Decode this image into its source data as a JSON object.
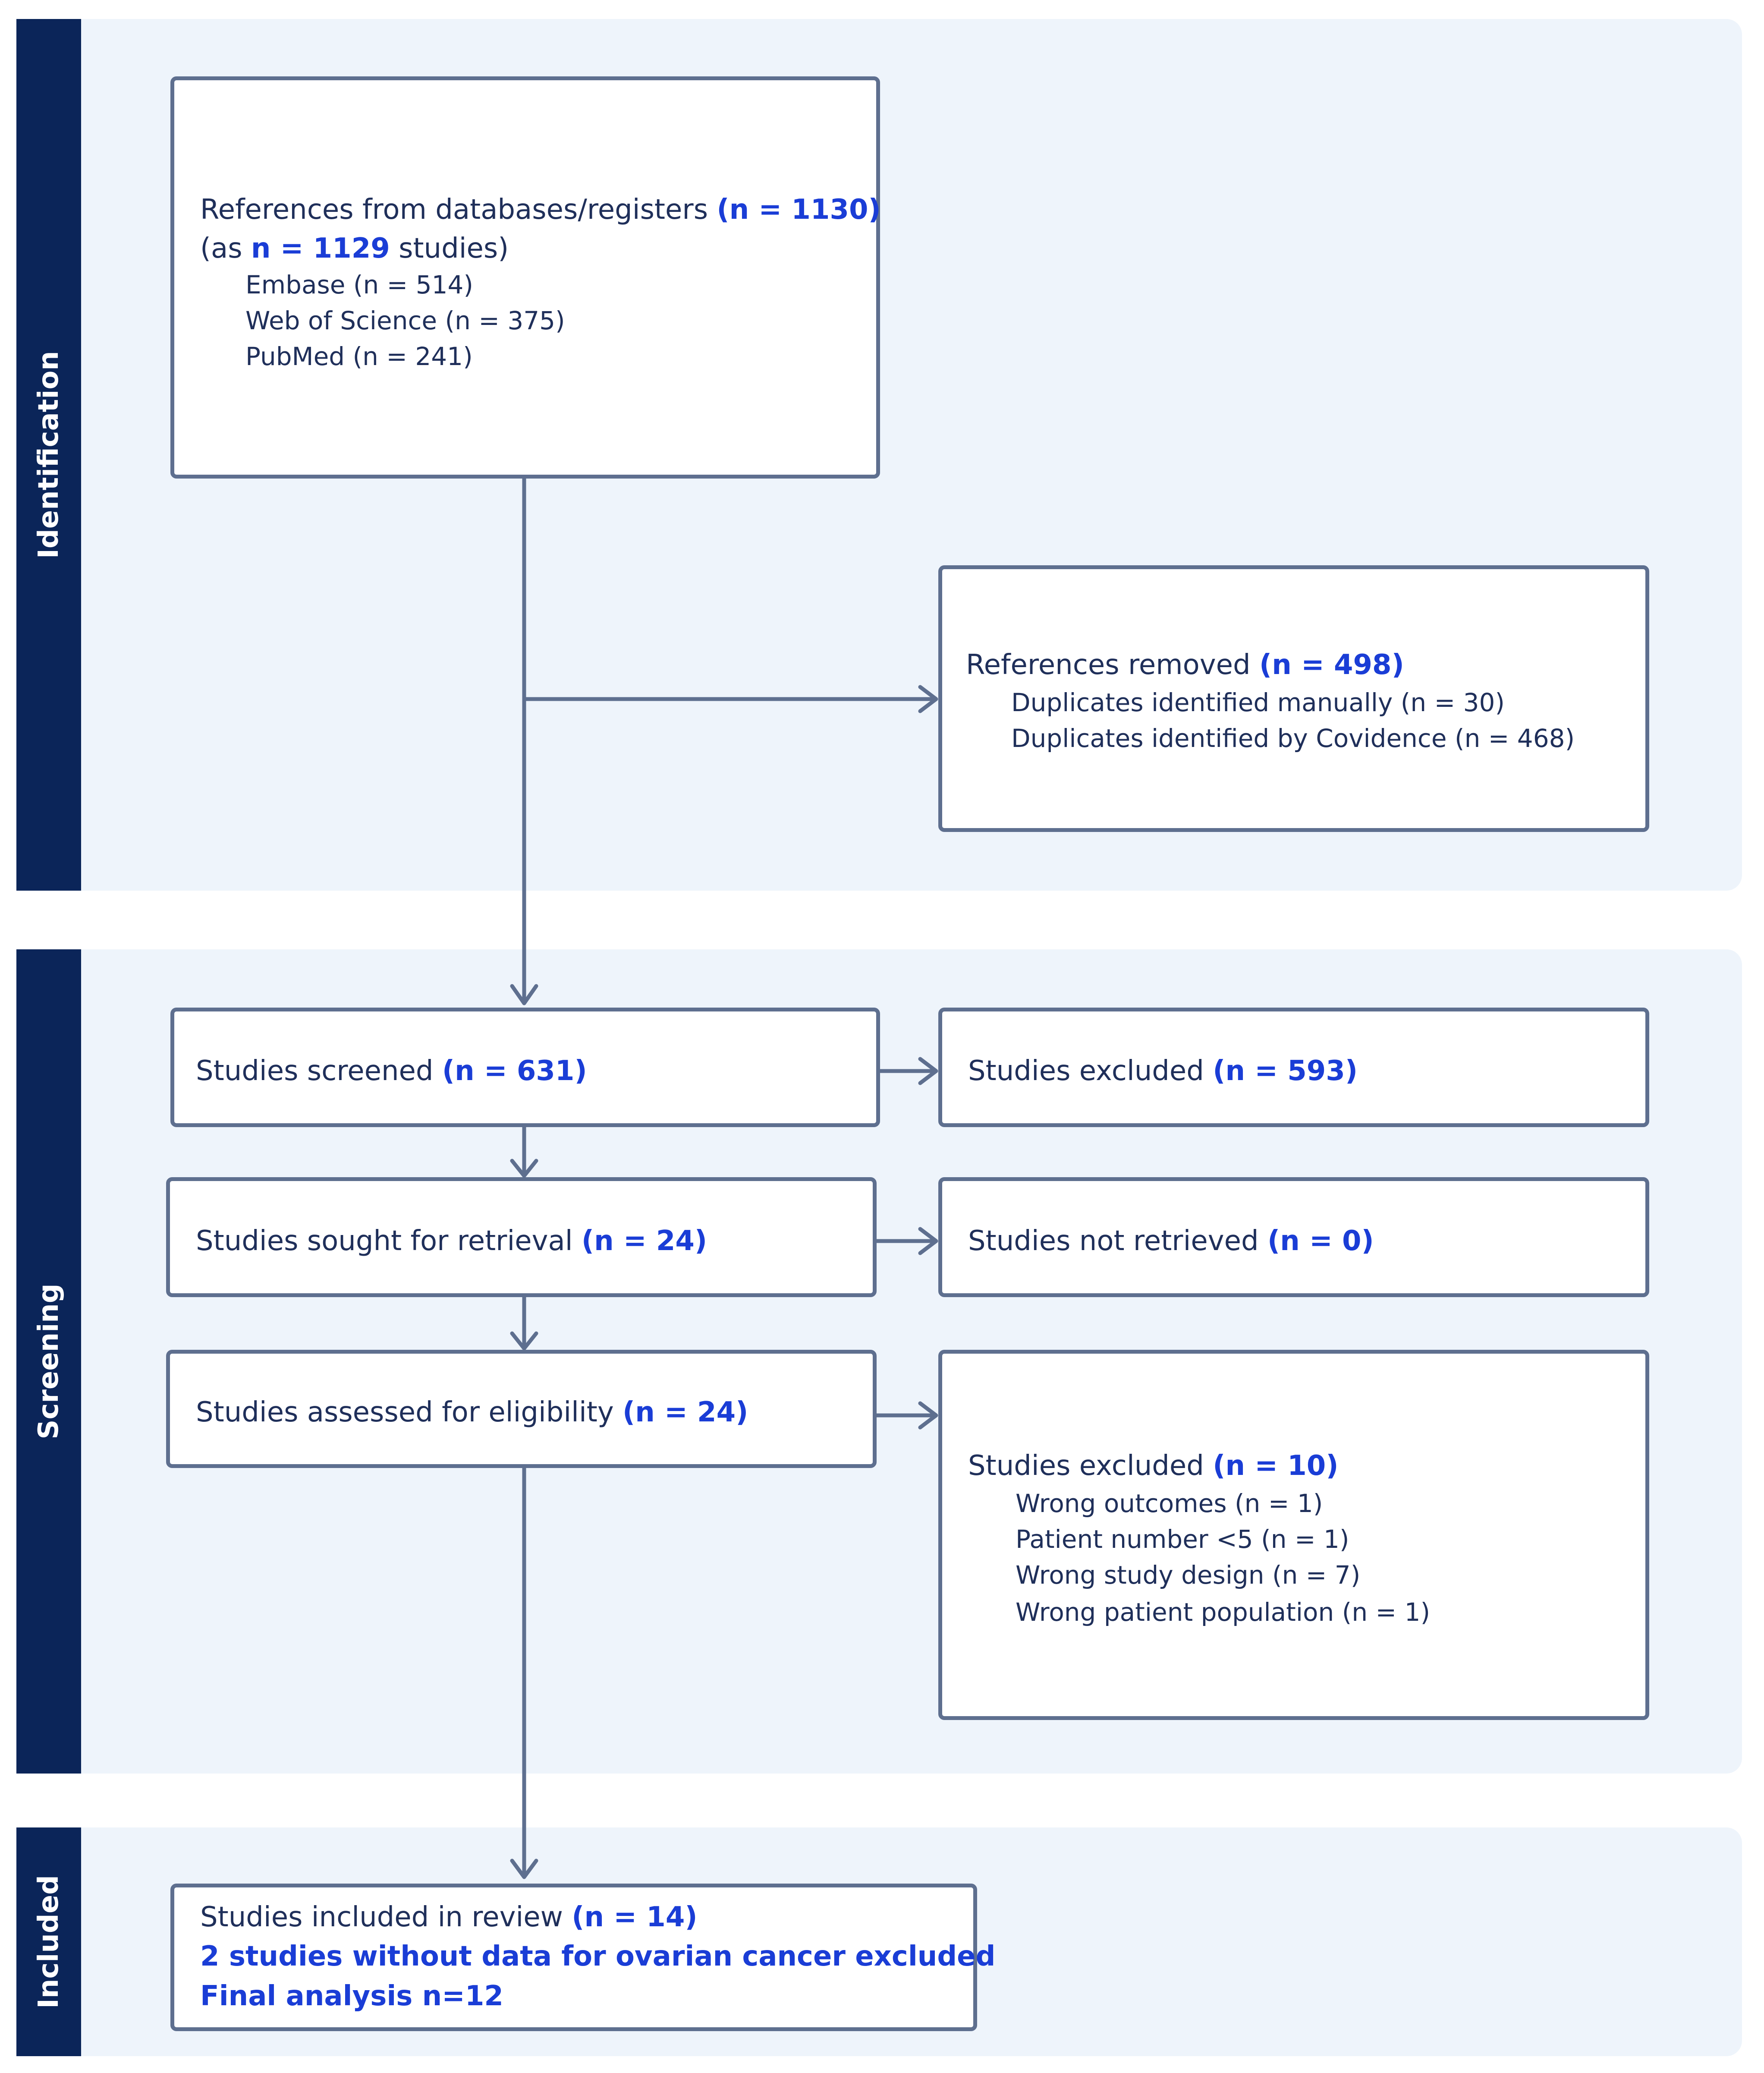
{
  "phases": {
    "identification": "Identification",
    "screening": "Screening",
    "included": "Included"
  },
  "references": {
    "label": "References from databases/registers",
    "count": "(n = 1130)",
    "as_prefix": "(as",
    "as_count": "n = 1129",
    "as_suffix": "studies)",
    "sources": [
      "Embase (n = 514)",
      "Web of Science (n = 375)",
      "PubMed (n = 241)"
    ]
  },
  "removed": {
    "label": "References removed",
    "count": "(n = 498)",
    "items": [
      "Duplicates identified manually (n = 30)",
      "Duplicates identified by Covidence (n = 468)"
    ]
  },
  "screened": {
    "label": "Studies screened",
    "count": "(n = 631)"
  },
  "screened_excluded": {
    "label": "Studies excluded",
    "count": "(n = 593)"
  },
  "sought": {
    "label": "Studies sought for retrieval",
    "count": "(n = 24)"
  },
  "not_retrieved": {
    "label": "Studies not retrieved",
    "count": "(n = 0)"
  },
  "assessed": {
    "label": "Studies assessed for eligibility",
    "count": "(n = 24)"
  },
  "eligibility_excluded": {
    "label": "Studies excluded",
    "count": "(n = 10)",
    "items": [
      "Wrong outcomes (n = 1)",
      "Patient number <5 (n = 1)",
      "Wrong study design (n = 7)",
      "Wrong patient population (n = 1)"
    ]
  },
  "included": {
    "label": "Studies included in review",
    "count": "(n = 14)",
    "note1": "2 studies without data for ovarian cancer excluded",
    "note2": "Final analysis n=12"
  },
  "colors": {
    "panel": "#eef4fb",
    "sidebar": "#0b2559",
    "border": "#5e6f8f",
    "accent": "#1a3dd6"
  }
}
